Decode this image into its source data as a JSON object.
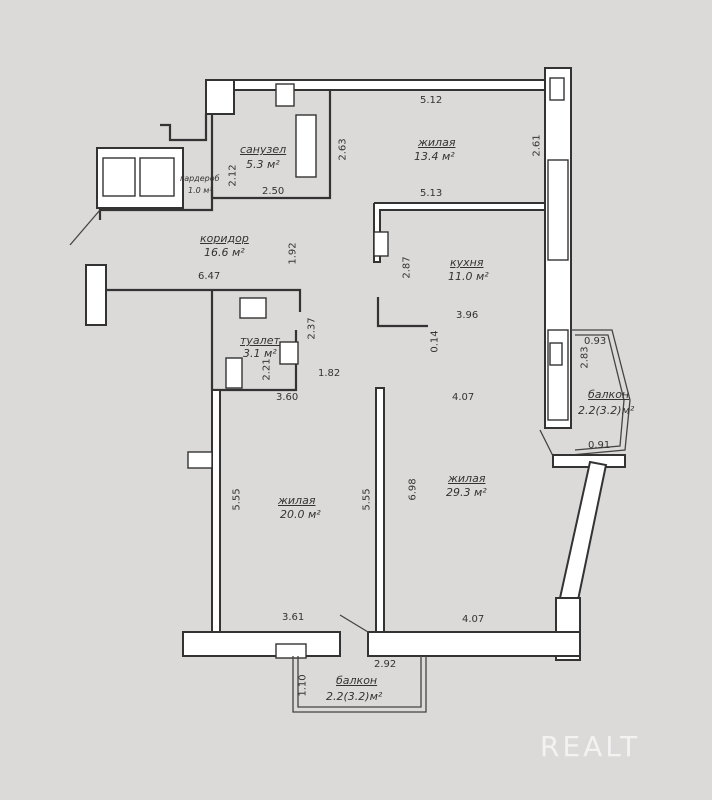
{
  "rooms": {
    "sanuzel": {
      "name": "санузел",
      "area": "5.3 м²"
    },
    "garderob": {
      "name": "гардероб",
      "area": "1.0 м²"
    },
    "living_top": {
      "name": "жилая",
      "area": "13.4 м²"
    },
    "koridor": {
      "name": "коридор",
      "area": "16.6 м²"
    },
    "kitchen": {
      "name": "кухня",
      "area": "11.0 м²"
    },
    "toilet": {
      "name": "туалет",
      "area": "3.1 м²"
    },
    "balcony_right": {
      "name": "балкон",
      "area": "2.2(3.2)м²"
    },
    "living_left": {
      "name": "жилая",
      "area": "20.0 м²"
    },
    "living_big": {
      "name": "жилая",
      "area": "29.3 м²"
    },
    "balcony_bottom": {
      "name": "балкон",
      "area": "2.2(3.2)м²"
    }
  },
  "dimensions": {
    "d512": "5.12",
    "d263": "2.63",
    "d261": "2.61",
    "d212": "2.12",
    "d250": "2.50",
    "d513": "5.13",
    "d192": "1.92",
    "d287": "2.87",
    "d647": "6.47",
    "d396": "3.96",
    "d237": "2.37",
    "d014": "0.14",
    "d093": "0.93",
    "d283": "2.83",
    "d221": "2.21",
    "d182": "1.82",
    "d360": "3.60",
    "d407a": "4.07",
    "d091": "0.91",
    "d555a": "5.55",
    "d555b": "5.55",
    "d698": "6.98",
    "d361": "3.61",
    "d407b": "4.07",
    "d292": "2.92",
    "d110": "1.10"
  },
  "watermark": "REALT"
}
